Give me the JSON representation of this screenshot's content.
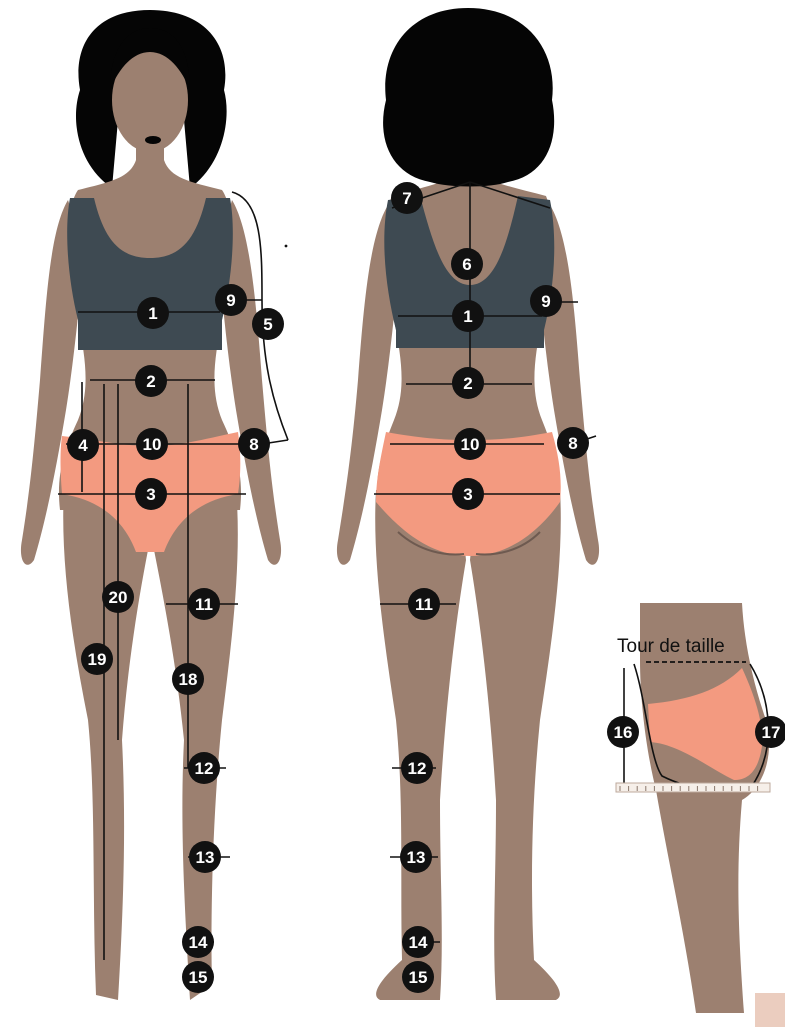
{
  "colors": {
    "skin": "#9C8070",
    "hair": "#050505",
    "top": "#3E4A52",
    "briefs": "#F39A80",
    "line": "#111111",
    "badge": "#111111",
    "badge_text": "#FFFFFF",
    "swatch": "#EBCDBF"
  },
  "front_labels": [
    "1",
    "9",
    "5",
    "2",
    "4",
    "10",
    "8",
    "3",
    "20",
    "11",
    "19",
    "18",
    "12",
    "13",
    "14",
    "15"
  ],
  "back_labels": [
    "7",
    "6",
    "1",
    "9",
    "2",
    "10",
    "8",
    "3",
    "11",
    "12",
    "13",
    "14",
    "15"
  ],
  "inset": {
    "caption": "Tour de taille",
    "labels": [
      "16",
      "17"
    ]
  }
}
